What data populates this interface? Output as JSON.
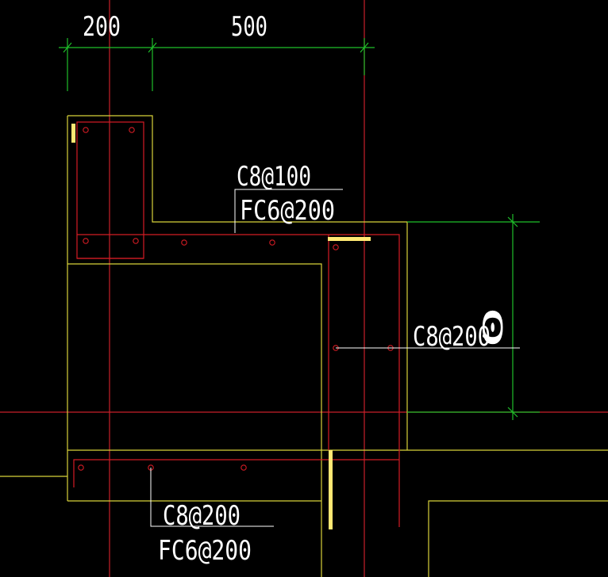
{
  "colors": {
    "background": "#000000",
    "axis": "#c8202a",
    "outline": "#d8d23a",
    "dimension": "#1fbf2a",
    "rebar": "#d41c24",
    "text": "#ffffff",
    "marker": "#ffe873"
  },
  "dimensions": {
    "top_left": "200",
    "top_right": "500",
    "right_vertical": "0"
  },
  "annotations": {
    "top_main": "C8@100",
    "top_distribution": "FC6@200",
    "right_main": "C8@200",
    "bottom_main": "C8@200",
    "bottom_distribution": "FC6@200"
  }
}
